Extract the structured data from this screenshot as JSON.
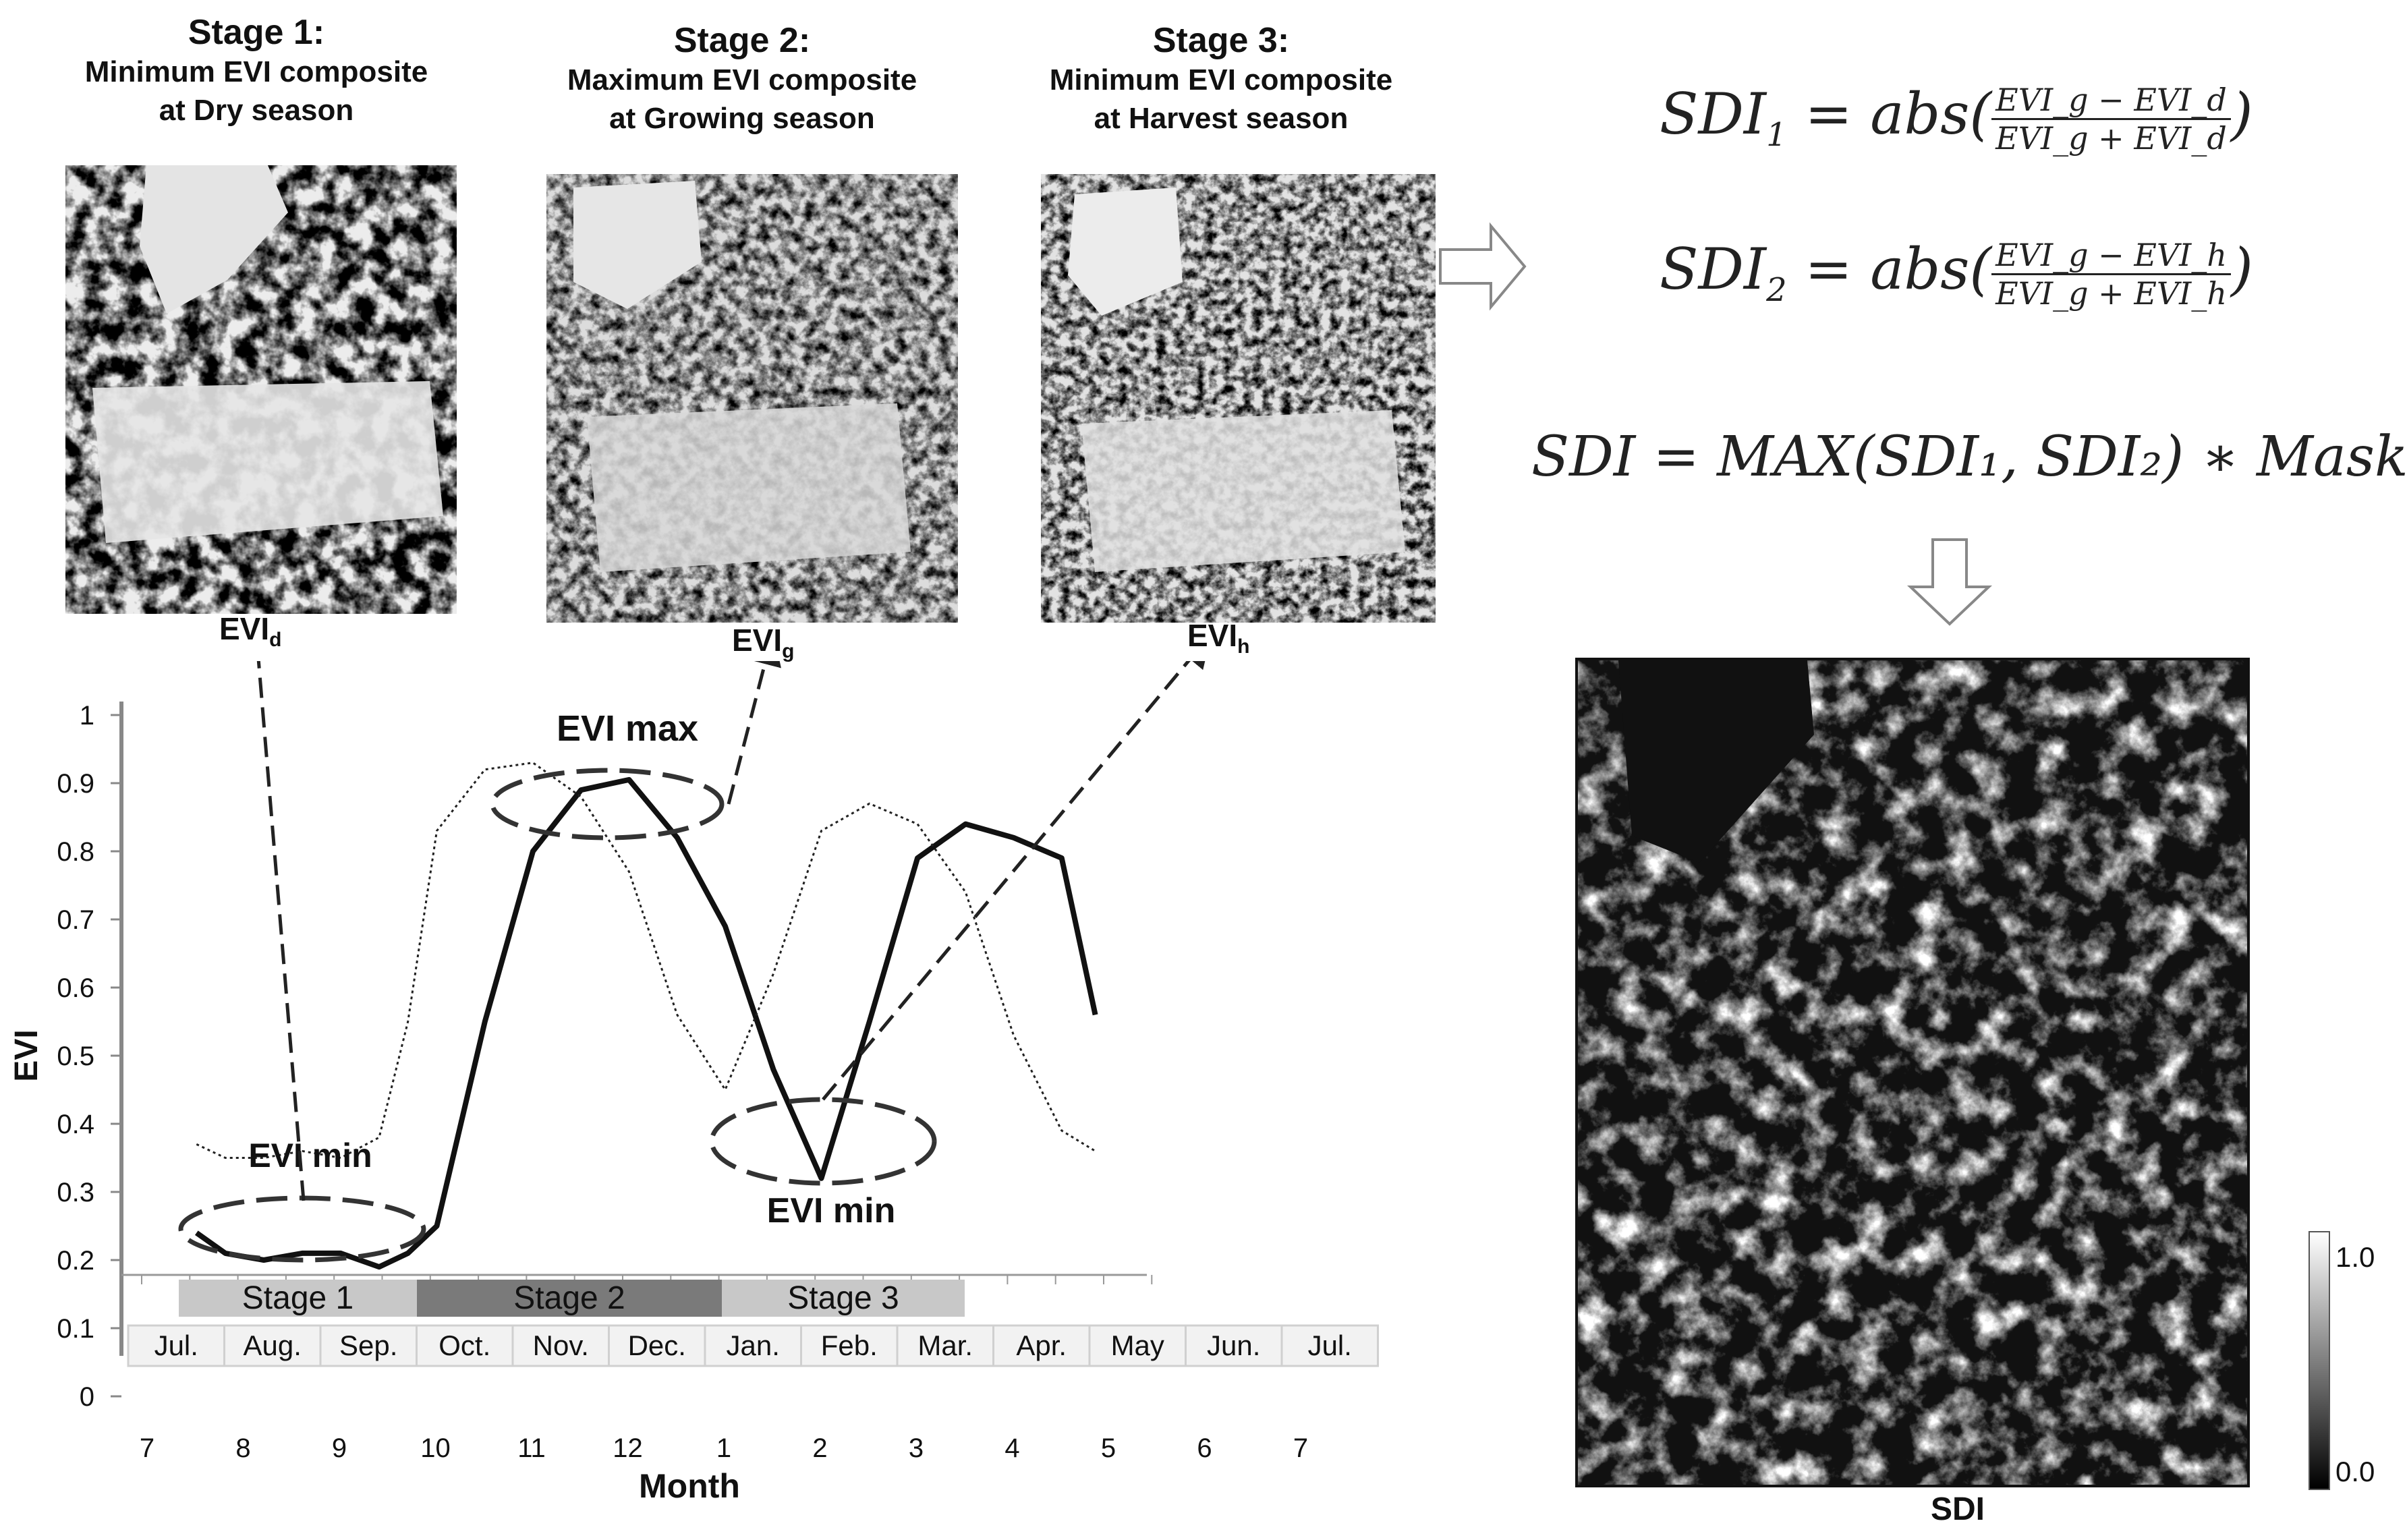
{
  "stages": [
    {
      "title": "Stage 1:",
      "line1": "Minimum EVI composite",
      "line2": "at Dry season",
      "evi_label": "EVI",
      "evi_sub": "d"
    },
    {
      "title": "Stage 2:",
      "line1": "Maximum EVI  composite",
      "line2": "at Growing season",
      "evi_label": "EVI",
      "evi_sub": "g"
    },
    {
      "title": "Stage 3:",
      "line1": "Minimum EVI  composite",
      "line2": "at Harvest season",
      "evi_label": "EVI",
      "evi_sub": "h"
    }
  ],
  "equations": {
    "sdi1_lhs": "SDI",
    "sdi1_sub": "1",
    "sdi1_eq": " = abs(",
    "sdi1_num": "EVI_g − EVI_d",
    "sdi1_den": "EVI_g + EVI_d",
    "sdi1_close": ")",
    "sdi2_lhs": "SDI",
    "sdi2_sub": "2",
    "sdi2_eq": " = abs(",
    "sdi2_num": "EVI_g − EVI_h",
    "sdi2_den": "EVI_g + EVI_h",
    "sdi2_close": ")",
    "sdi_full": "SDI = MAX(SDI₁, SDI₂) ∗ Mask"
  },
  "sdi_map": {
    "label": "SDI",
    "colorbar_max": "1.0",
    "colorbar_min": "0.0"
  },
  "chart_data": {
    "type": "line",
    "ylabel": "EVI",
    "xlabel": "Month",
    "ylim": [
      0,
      1
    ],
    "yticks": [
      "0",
      "0.1",
      "0.2",
      "0.3",
      "0.4",
      "0.5",
      "0.6",
      "0.7",
      "0.8",
      "0.9",
      "1"
    ],
    "x_month_numbers": [
      "7",
      "8",
      "9",
      "10",
      "11",
      "12",
      "1",
      "2",
      "3",
      "4",
      "5",
      "6",
      "7"
    ],
    "month_names": [
      "Jul.",
      "Aug.",
      "Sep.",
      "Oct.",
      "Nov.",
      "Dec.",
      "Jan.",
      "Feb.",
      "Mar.",
      "Apr.",
      "May",
      "Jun.",
      "Jul."
    ],
    "stage_bars": [
      {
        "label": "Stage 1",
        "color": "#c8c8c8"
      },
      {
        "label": "Stage 2",
        "color": "#7a7a7a"
      },
      {
        "label": "Stage 3",
        "color": "#c8c8c8"
      }
    ],
    "series": [
      {
        "style": "solid",
        "x": [
          7.5,
          7.8,
          8.2,
          8.6,
          9.0,
          9.4,
          9.7,
          10.0,
          10.5,
          11.0,
          11.5,
          12.0,
          12.5,
          13.0,
          13.5,
          14.0,
          14.5,
          15.0,
          15.5,
          16.0,
          16.5,
          16.85
        ],
        "y": [
          0.24,
          0.21,
          0.2,
          0.21,
          0.21,
          0.19,
          0.21,
          0.25,
          0.55,
          0.8,
          0.89,
          0.905,
          0.82,
          0.69,
          0.48,
          0.32,
          0.55,
          0.79,
          0.84,
          0.82,
          0.79,
          0.56
        ]
      },
      {
        "style": "dotted",
        "x": [
          7.5,
          7.8,
          8.2,
          8.6,
          9.0,
          9.4,
          9.7,
          10.0,
          10.5,
          11.0,
          11.5,
          12.0,
          12.5,
          13.0,
          13.5,
          14.0,
          14.5,
          15.0,
          15.5,
          16.0,
          16.5,
          16.85
        ],
        "y": [
          0.37,
          0.35,
          0.35,
          0.36,
          0.35,
          0.38,
          0.55,
          0.83,
          0.92,
          0.93,
          0.88,
          0.77,
          0.56,
          0.45,
          0.62,
          0.83,
          0.87,
          0.84,
          0.74,
          0.53,
          0.39,
          0.36
        ]
      }
    ],
    "annotations": [
      "EVI max",
      "EVI min",
      "EVI min"
    ]
  }
}
